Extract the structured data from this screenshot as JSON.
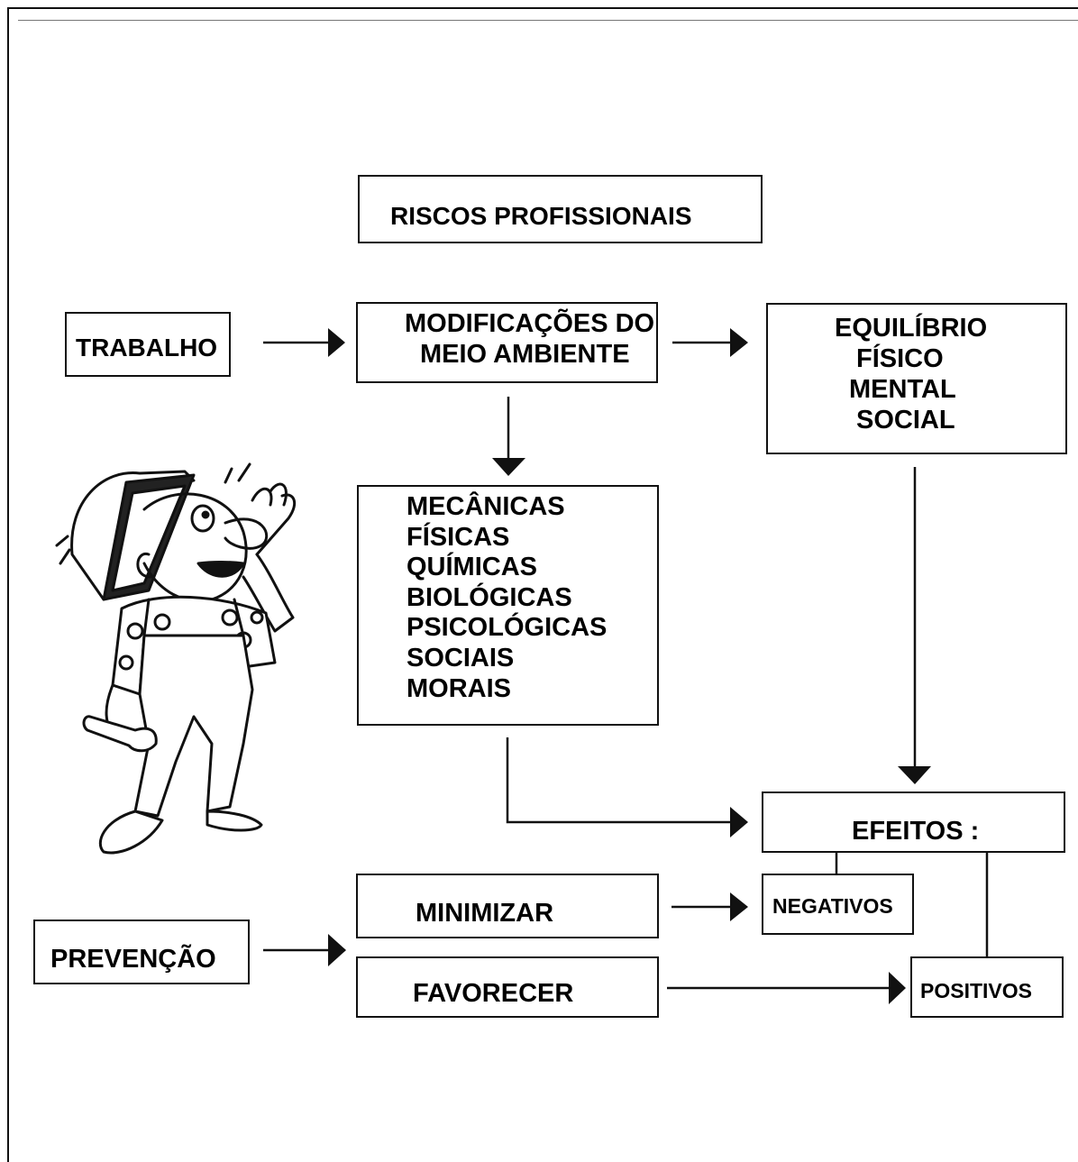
{
  "diagram": {
    "title": "RISCOS PROFISSIONAIS",
    "work": "TRABALHO",
    "env_change": [
      "MODIFICAÇÕES DO",
      "MEIO AMBIENTE"
    ],
    "balance": [
      "EQUILÍBRIO",
      "FÍSICO",
      "MENTAL",
      "SOCIAL"
    ],
    "risk_types": [
      "MECÂNICAS",
      "FÍSICAS",
      "QUÍMICAS",
      "BIOLÓGICAS",
      "PSICOLÓGICAS",
      "SOCIAIS",
      "MORAIS"
    ],
    "effects": "EFEITOS :",
    "negative": "NEGATIVOS",
    "positive": "POSITIVOS",
    "prevention": "PREVENÇÃO",
    "minimize": "MINIMIZAR",
    "favor": "FAVORECER"
  },
  "illustration": {
    "subject": "worker-with-helmet-and-wrench-icon"
  }
}
